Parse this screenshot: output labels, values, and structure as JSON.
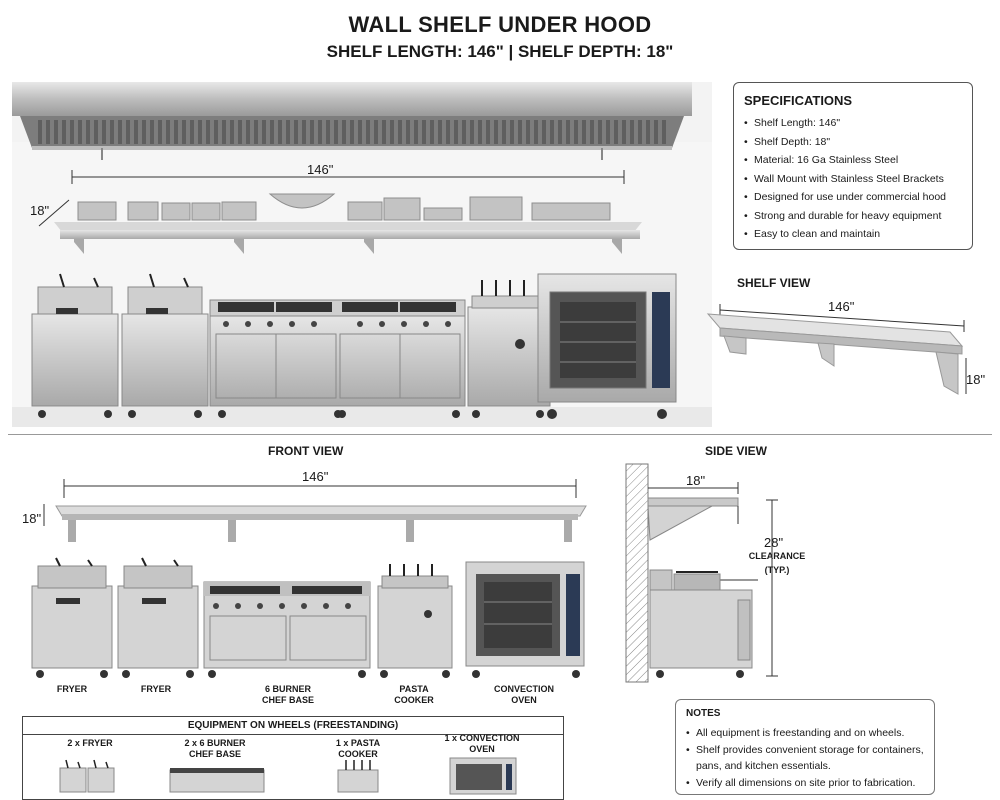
{
  "header": {
    "title": "WALL SHELF UNDER HOOD",
    "subtitle": "SHELF LENGTH: 146\" | SHELF DEPTH: 18\""
  },
  "hero": {
    "length_label": "146\"",
    "depth_label": "18\""
  },
  "specifications": {
    "heading": "SPECIFICATIONS",
    "items": [
      "Shelf Length: 146\"",
      "Shelf Depth: 18\"",
      "Material: 16 Ga Stainless Steel",
      "Wall Mount with Stainless Steel Brackets",
      "Designed for use under commercial hood",
      "Strong and durable for heavy equipment",
      "Easy to clean and maintain"
    ]
  },
  "shelf_view": {
    "heading": "SHELF VIEW",
    "length_label": "146\"",
    "depth_label": "18\""
  },
  "front_view": {
    "heading": "FRONT VIEW",
    "length_label": "146\"",
    "depth_label": "18\"",
    "equipment": [
      "FRYER",
      "FRYER",
      "6 BURNER\nCHEF BASE",
      "PASTA\nCOOKER",
      "CONVECTION\nOVEN"
    ]
  },
  "side_view": {
    "heading": "SIDE VIEW",
    "depth_label": "18\"",
    "height_label": "28\"",
    "clearance_label": "CLEARANCE",
    "typ_label": "(TYP.)"
  },
  "equipment_on_wheels": {
    "heading": "EQUIPMENT ON WHEELS (FREESTANDING)",
    "items": [
      "2 x FRYER",
      "2 x 6 BURNER\nCHEF BASE",
      "1 x PASTA\nCOOKER",
      "1 x CONVECTION\nOVEN"
    ]
  },
  "notes": {
    "heading": "NOTES",
    "items": [
      "All equipment is freestanding and on wheels.",
      "Shelf provides convenient storage for containers, pans, and kitchen essentials.",
      "Verify all dimensions on site prior to fabrication."
    ]
  },
  "colors": {
    "steel_light": "#dcdcdc",
    "steel_mid": "#b9b9b9",
    "steel_dark": "#8a8a8a",
    "wall": "#f2f2f2",
    "ink": "#1a1a1a"
  }
}
